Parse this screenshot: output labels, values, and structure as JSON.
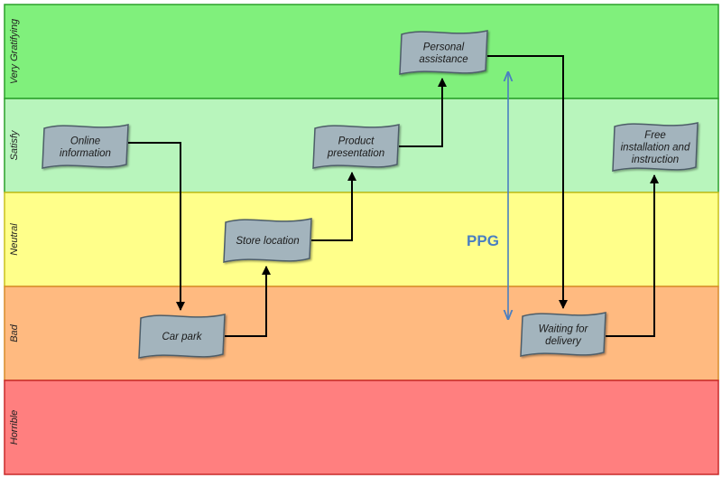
{
  "bands": [
    {
      "label": "Very Gratifying",
      "fill": "#80f07c",
      "stroke": "#2aa02a"
    },
    {
      "label": "Satisfy",
      "fill": "#b8f5bc",
      "stroke": "#2aa02a"
    },
    {
      "label": "Neutral",
      "fill": "#ffff8a",
      "stroke": "#c9c01c"
    },
    {
      "label": "Bad",
      "fill": "#ffba80",
      "stroke": "#d98b2a"
    },
    {
      "label": "Horrible",
      "fill": "#ff7f7f",
      "stroke": "#c92a2a"
    }
  ],
  "steps": [
    {
      "lines": [
        "Online",
        "information"
      ],
      "level": "Satisfy"
    },
    {
      "lines": [
        "Car park"
      ],
      "level": "Bad"
    },
    {
      "lines": [
        "Store location"
      ],
      "level": "Neutral"
    },
    {
      "lines": [
        "Product",
        "presentation"
      ],
      "level": "Satisfy"
    },
    {
      "lines": [
        "Personal",
        "assistance"
      ],
      "level": "Very Gratifying"
    },
    {
      "lines": [
        "Waiting for",
        "delivery"
      ],
      "level": "Bad"
    },
    {
      "lines": [
        "Free",
        "installation and",
        "instruction"
      ],
      "level": "Satisfy"
    }
  ],
  "ppg": {
    "label": "PPG",
    "color": "#4a7fc1"
  },
  "colors": {
    "node_fill": "#a3b4bd",
    "node_stroke": "#4d5d68",
    "connector": "#000000"
  }
}
